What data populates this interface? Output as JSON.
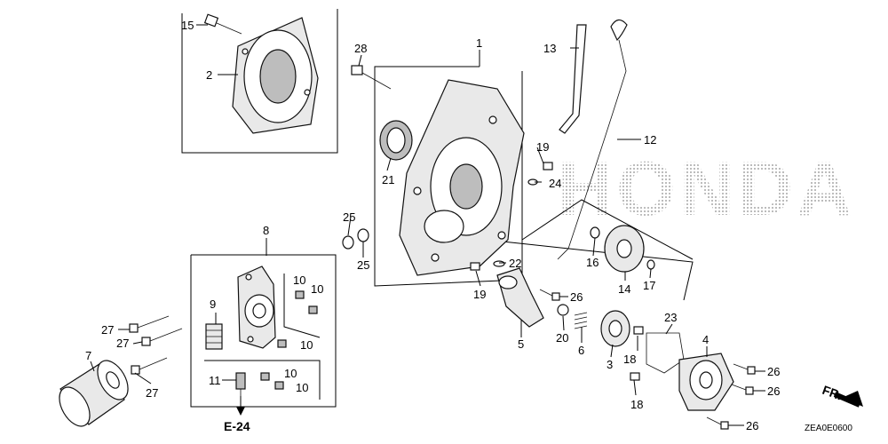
{
  "watermark": "HONDA",
  "diagram_code": "ZEA0E0600",
  "direction_label": "FR.",
  "reference_label": "E-24",
  "callouts": {
    "p1": "1",
    "p2": "2",
    "p3": "3",
    "p4": "4",
    "p5": "5",
    "p6": "6",
    "p7": "7",
    "p8": "8",
    "p9": "9",
    "p10a": "10",
    "p10b": "10",
    "p10c": "10",
    "p10d": "10",
    "p10e": "10",
    "p11": "11",
    "p12": "12",
    "p13": "13",
    "p14": "14",
    "p15": "15",
    "p16": "16",
    "p17": "17",
    "p18a": "18",
    "p18b": "18",
    "p19a": "19",
    "p19b": "19",
    "p20": "20",
    "p21": "21",
    "p22": "22",
    "p23": "23",
    "p24": "24",
    "p25a": "25",
    "p25b": "25",
    "p26a": "26",
    "p26b": "26",
    "p26c": "26",
    "p26d": "26",
    "p27a": "27",
    "p27b": "27",
    "p27c": "27",
    "p28": "28"
  }
}
